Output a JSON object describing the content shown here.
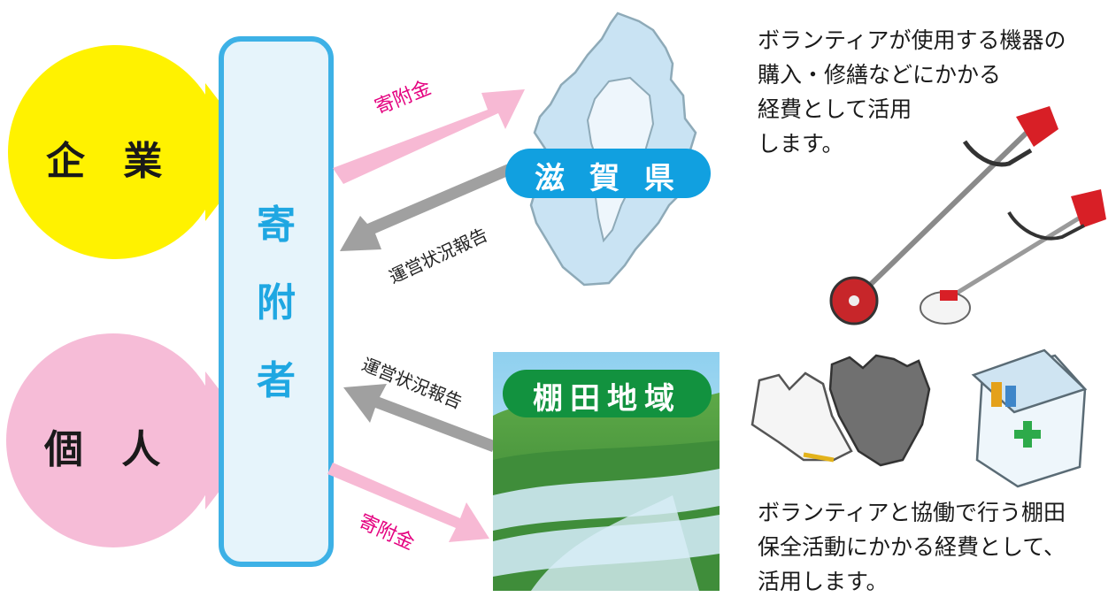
{
  "sources": {
    "company": {
      "label": "企 業",
      "color": "#fff200"
    },
    "individual": {
      "label": "個 人",
      "color": "#f6bcd7"
    }
  },
  "donor": {
    "chars": [
      "寄",
      "附",
      "者"
    ],
    "border_color": "#3db1e6",
    "fill_color": "#e6f4fb"
  },
  "shiga": {
    "badge": "滋 賀 県",
    "badge_color": "#11a0e0"
  },
  "tanada": {
    "badge": "棚田地域",
    "badge_color": "#12923f"
  },
  "flows": {
    "donation_to_shiga": "寄附金",
    "report_from_shiga": "運営状況報告",
    "report_from_tanada": "運営状況報告",
    "donation_to_tanada": "寄附金",
    "donation_color": "#f7b9d4",
    "report_color": "#a0a0a0"
  },
  "descriptions": {
    "equipment": [
      "ボランティアが使用する機器の",
      "購入・修繕などにかかる",
      "経費として活用",
      "します。"
    ],
    "conservation": [
      "ボランティアと協働で行う棚田",
      "保全活動にかかる経費として、",
      "活用します。"
    ]
  },
  "icons": [
    "grass-trimmer-icon",
    "work-gloves-icon",
    "first-aid-kit-icon"
  ]
}
